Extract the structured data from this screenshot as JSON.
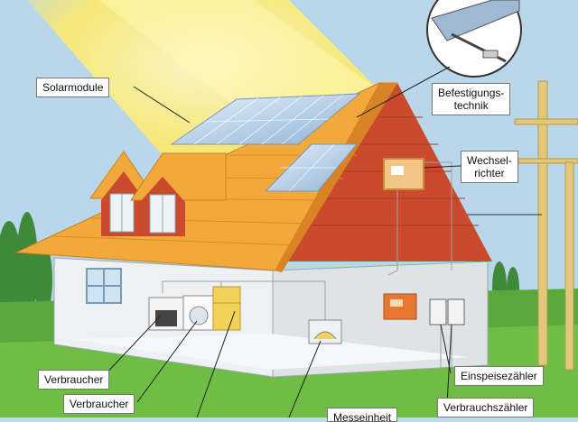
{
  "labels": {
    "solar_modules": "Solarmodule",
    "mounting_line1": "Befestigungs-",
    "mounting_line2": "technik",
    "inverter_line1": "Wechsel-",
    "inverter_line2": "richter",
    "consumer_1": "Verbraucher",
    "consumer_2": "Verbraucher",
    "feed_in_meter": "Einspeisezähler",
    "consumption_meter": "Verbrauchszähler",
    "measuring_unit": "Messeinheit"
  }
}
